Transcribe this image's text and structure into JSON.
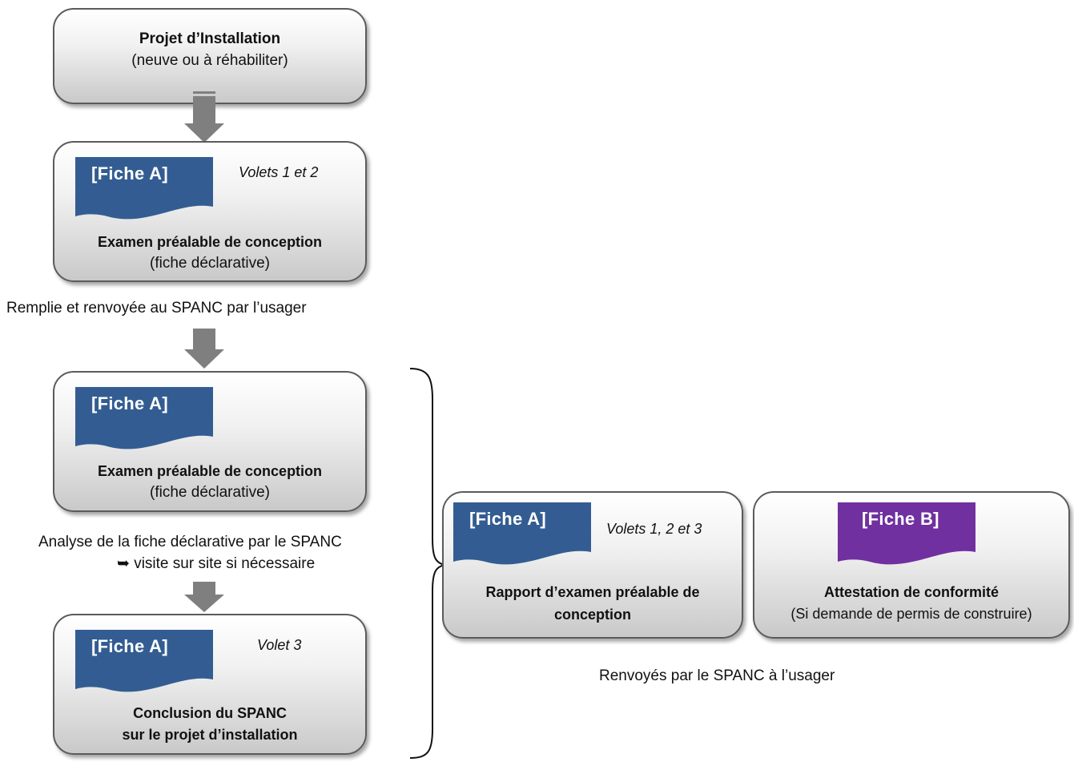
{
  "boxes": {
    "projet": {
      "title": "Projet d’Installation",
      "subtitle": "(neuve ou à réhabiliter)"
    },
    "examen1": {
      "doc_label": "[Fiche A]",
      "volets": "Volets 1 et 2",
      "title": "Examen préalable de conception",
      "subtitle": "(fiche déclarative)"
    },
    "examen2": {
      "doc_label": "[Fiche A]",
      "title": "Examen préalable de conception",
      "subtitle": "(fiche déclarative)"
    },
    "conclusion": {
      "doc_label": "[Fiche A]",
      "volets": "Volet 3",
      "title_line1": "Conclusion du SPANC",
      "title_line2": "sur le projet d’installation"
    },
    "rapport": {
      "doc_label": "[Fiche A]",
      "volets": "Volets 1, 2 et 3",
      "title_line1": "Rapport d’examen préalable de",
      "title_line2": "conception"
    },
    "attestation": {
      "doc_label": "[Fiche B]",
      "title": "Attestation de conformité",
      "subtitle": "(Si demande de permis de construire)"
    }
  },
  "captions": {
    "remplie": "Remplie et renvoyée au SPANC par l’usager",
    "analyse_line1": "Analyse de la fiche déclarative par le SPANC",
    "analyse_line2": "➥ visite sur site si nécessaire",
    "renvoyes": "Renvoyés par le SPANC à l’usager"
  },
  "colors": {
    "fiche_a": "#335d92",
    "fiche_b": "#7030a0",
    "arrow": "#7f7f7f",
    "box_border": "#5b5b5b"
  }
}
